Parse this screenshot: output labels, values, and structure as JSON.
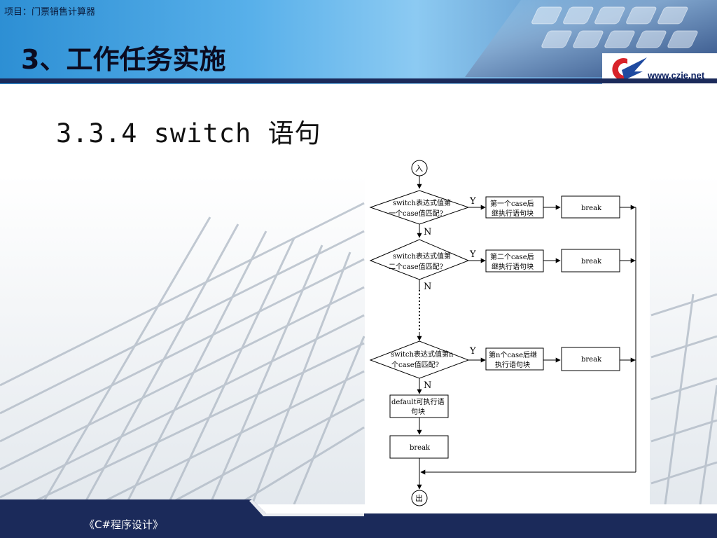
{
  "header": {
    "project_label": "项目：门票销售计算器",
    "section_title": "3、工作任务实施",
    "site_url": "www.czie.net"
  },
  "subtitle": "3.3.4 switch 语句",
  "flowchart": {
    "entry": "入",
    "exit": "出",
    "decisions": [
      {
        "line1": "switch表达式值第",
        "line2": "一个case值匹配?"
      },
      {
        "line1": "switch表达式值第",
        "line2": "二个case值匹配?"
      },
      {
        "line1": "switch表达式值第n",
        "line2": "个case值匹配?"
      }
    ],
    "case_blocks": [
      {
        "line1": "第一个case后",
        "line2": "继执行语句块"
      },
      {
        "line1": "第二个case后",
        "line2": "继执行语句块"
      },
      {
        "line1": "第n个case后继",
        "line2": "执行语句块"
      }
    ],
    "break_label": "break",
    "yes_label": "Y",
    "no_label": "N",
    "default_block": {
      "line1": "default可执行语",
      "line2": "句块"
    }
  },
  "footer": {
    "course": "《C#程序设计》"
  },
  "colors": {
    "header_blue": "#58b0ea",
    "navy": "#1b2a5a",
    "logo_red": "#d8232a",
    "logo_blue": "#1f4aa0"
  }
}
